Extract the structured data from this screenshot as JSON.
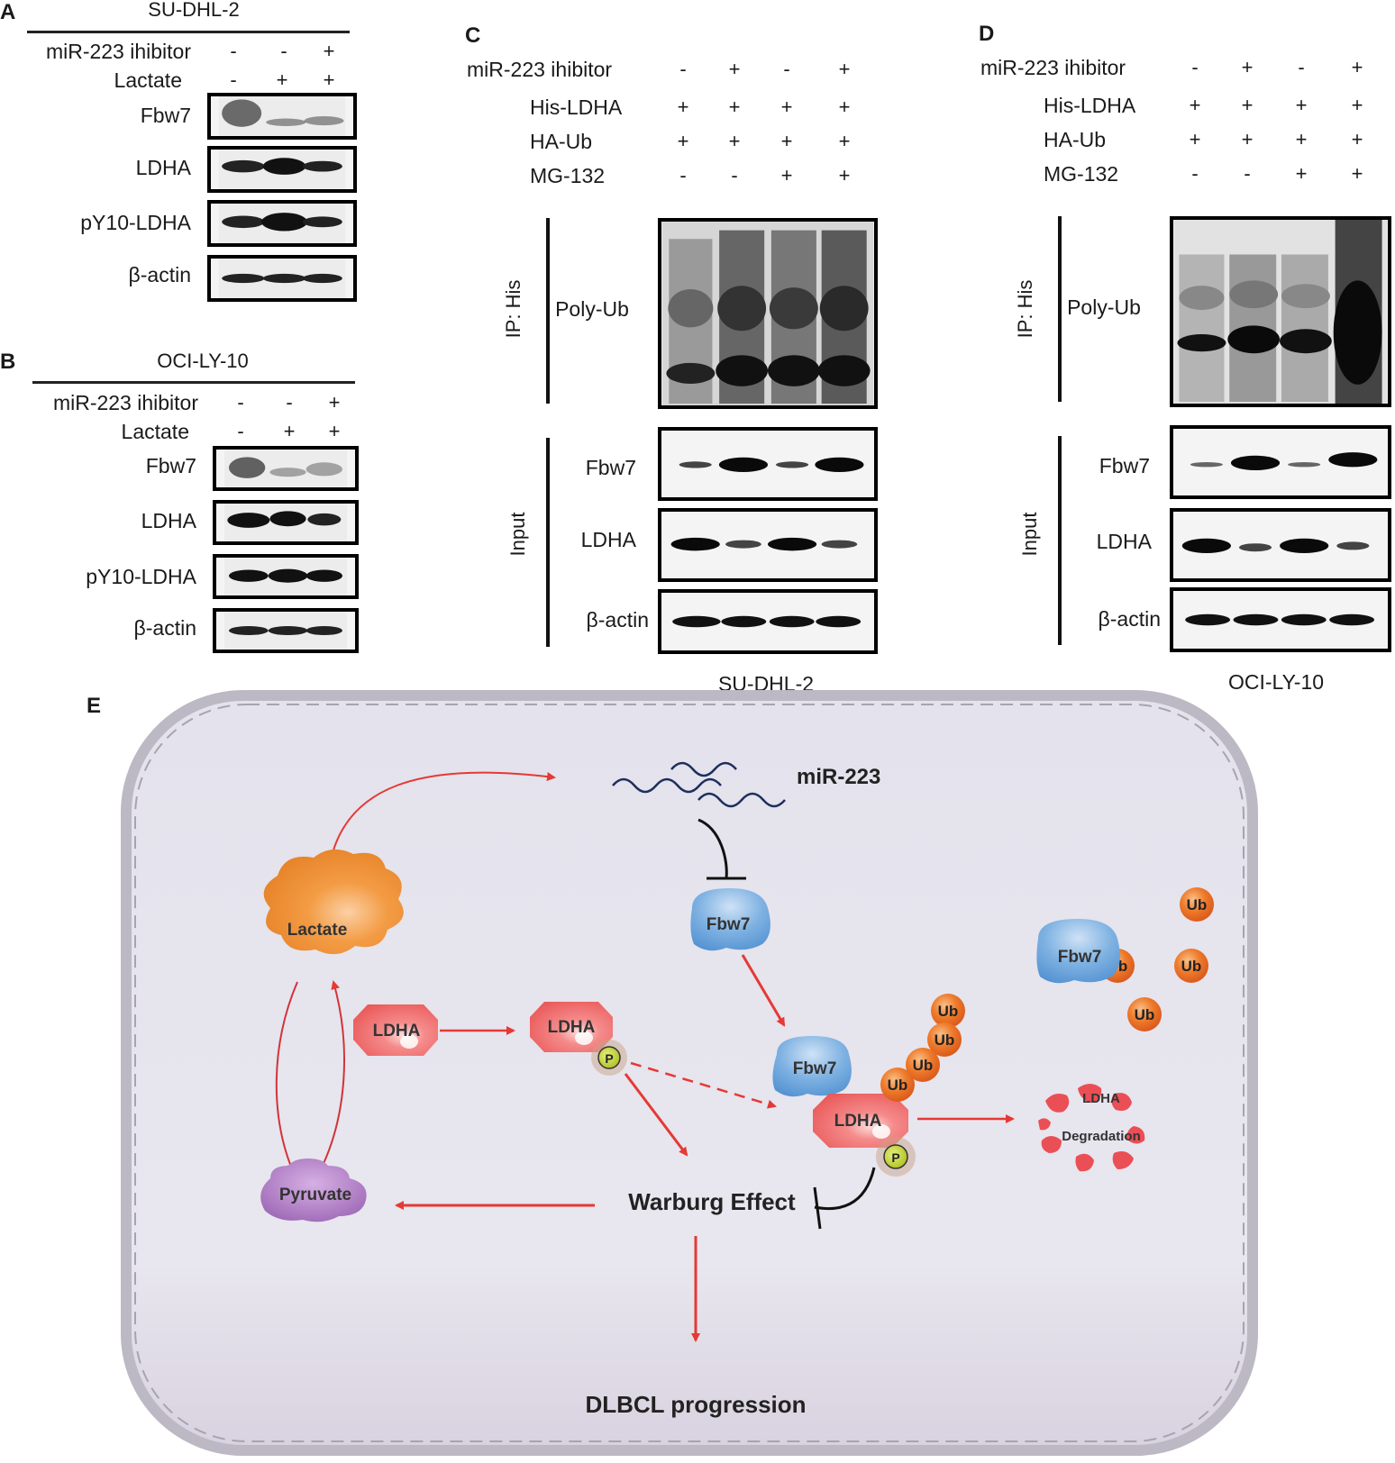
{
  "panelA": {
    "letter": "A",
    "cell_line": "SU-DHL-2",
    "conditions": [
      {
        "label": "miR-223 ihibitor",
        "values": [
          "-",
          "-",
          "+"
        ]
      },
      {
        "label": "Lactate",
        "values": [
          "-",
          "+",
          "+"
        ]
      }
    ],
    "rows": [
      "Fbw7",
      "LDHA",
      "pY10-LDHA",
      "β-actin"
    ]
  },
  "panelB": {
    "letter": "B",
    "cell_line": "OCI-LY-10",
    "conditions": [
      {
        "label": "miR-223 ihibitor",
        "values": [
          "-",
          "-",
          "+"
        ]
      },
      {
        "label": "Lactate",
        "values": [
          "-",
          "+",
          "+"
        ]
      }
    ],
    "rows": [
      "Fbw7",
      "LDHA",
      "pY10-LDHA",
      "β-actin"
    ]
  },
  "panelC": {
    "letter": "C",
    "caption": "SU-DHL-2",
    "conditions": [
      {
        "label": "miR-223 ihibitor",
        "values": [
          "-",
          "+",
          "-",
          "+"
        ]
      },
      {
        "label": "His-LDHA",
        "values": [
          "+",
          "+",
          "+",
          "+"
        ]
      },
      {
        "label": "HA-Ub",
        "values": [
          "+",
          "+",
          "+",
          "+"
        ]
      },
      {
        "label": "MG-132",
        "values": [
          "-",
          "-",
          "+",
          "+"
        ]
      }
    ],
    "ip_label": "IP: His",
    "input_label": "Input",
    "rows": [
      "Poly-Ub",
      "Fbw7",
      "LDHA",
      "β-actin"
    ]
  },
  "panelD": {
    "letter": "D",
    "caption": "OCI-LY-10",
    "conditions": [
      {
        "label": "miR-223 ihibitor",
        "values": [
          "-",
          "+",
          "-",
          "+"
        ]
      },
      {
        "label": "His-LDHA",
        "values": [
          "+",
          "+",
          "+",
          "+"
        ]
      },
      {
        "label": "HA-Ub",
        "values": [
          "+",
          "+",
          "+",
          "+"
        ]
      },
      {
        "label": "MG-132",
        "values": [
          "-",
          "-",
          "+",
          "+"
        ]
      }
    ],
    "ip_label": "IP: His",
    "input_label": "Input",
    "rows": [
      "Poly-Ub",
      "Fbw7",
      "LDHA",
      "β-actin"
    ]
  },
  "panelE": {
    "letter": "E",
    "mirna": "miR-223",
    "lactate": "Lactate",
    "pyruvate": "Pyruvate",
    "ldha": "LDHA",
    "fbw7": "Fbw7",
    "ub": "Ub",
    "p": "P",
    "degradation": "Degradation",
    "warburg": "Warburg Effect",
    "outcome": "DLBCL progression"
  },
  "colors": {
    "arrow_red": "#e53935",
    "ldha": "#f07a7a",
    "fbw7": "#6fa8dc",
    "lactate": "#f39c45",
    "pyruvate": "#b07cc6",
    "ub": "#e8702a",
    "p": "#b5c92a",
    "cell_bg": "#e6e3ee"
  }
}
